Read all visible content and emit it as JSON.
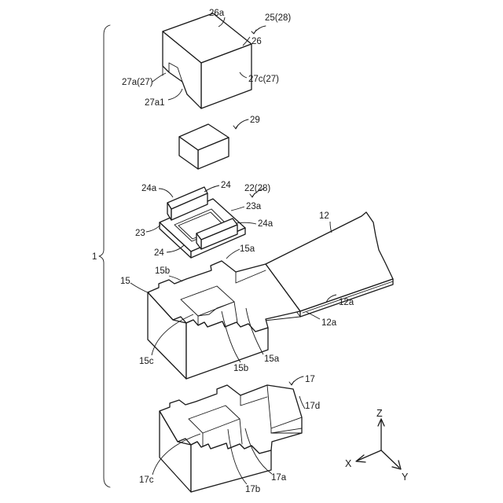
{
  "labels": {
    "l1": "1",
    "l25": "25(28)",
    "l26a": "26a",
    "l26": "26",
    "l27a": "27a(27)",
    "l27a1": "27a1",
    "l27c": "27c(27)",
    "l29": "29",
    "l24a_top": "24a",
    "l24_top": "24",
    "l22": "22(28)",
    "l23a": "23a",
    "l23": "23",
    "l24a_right": "24a",
    "l24_bottom": "24",
    "l12": "12",
    "l15a_top": "15a",
    "l15b_top": "15b",
    "l15": "15",
    "l12a_1": "12a",
    "l12a_2": "12a",
    "l15c": "15c",
    "l15b_bottom": "15b",
    "l15a_bottom": "15a",
    "l17": "17",
    "l17d": "17d",
    "l17c": "17c",
    "l17a": "17a",
    "l17b": "17b"
  },
  "axes": {
    "z": "Z",
    "x": "X",
    "y": "Y"
  }
}
